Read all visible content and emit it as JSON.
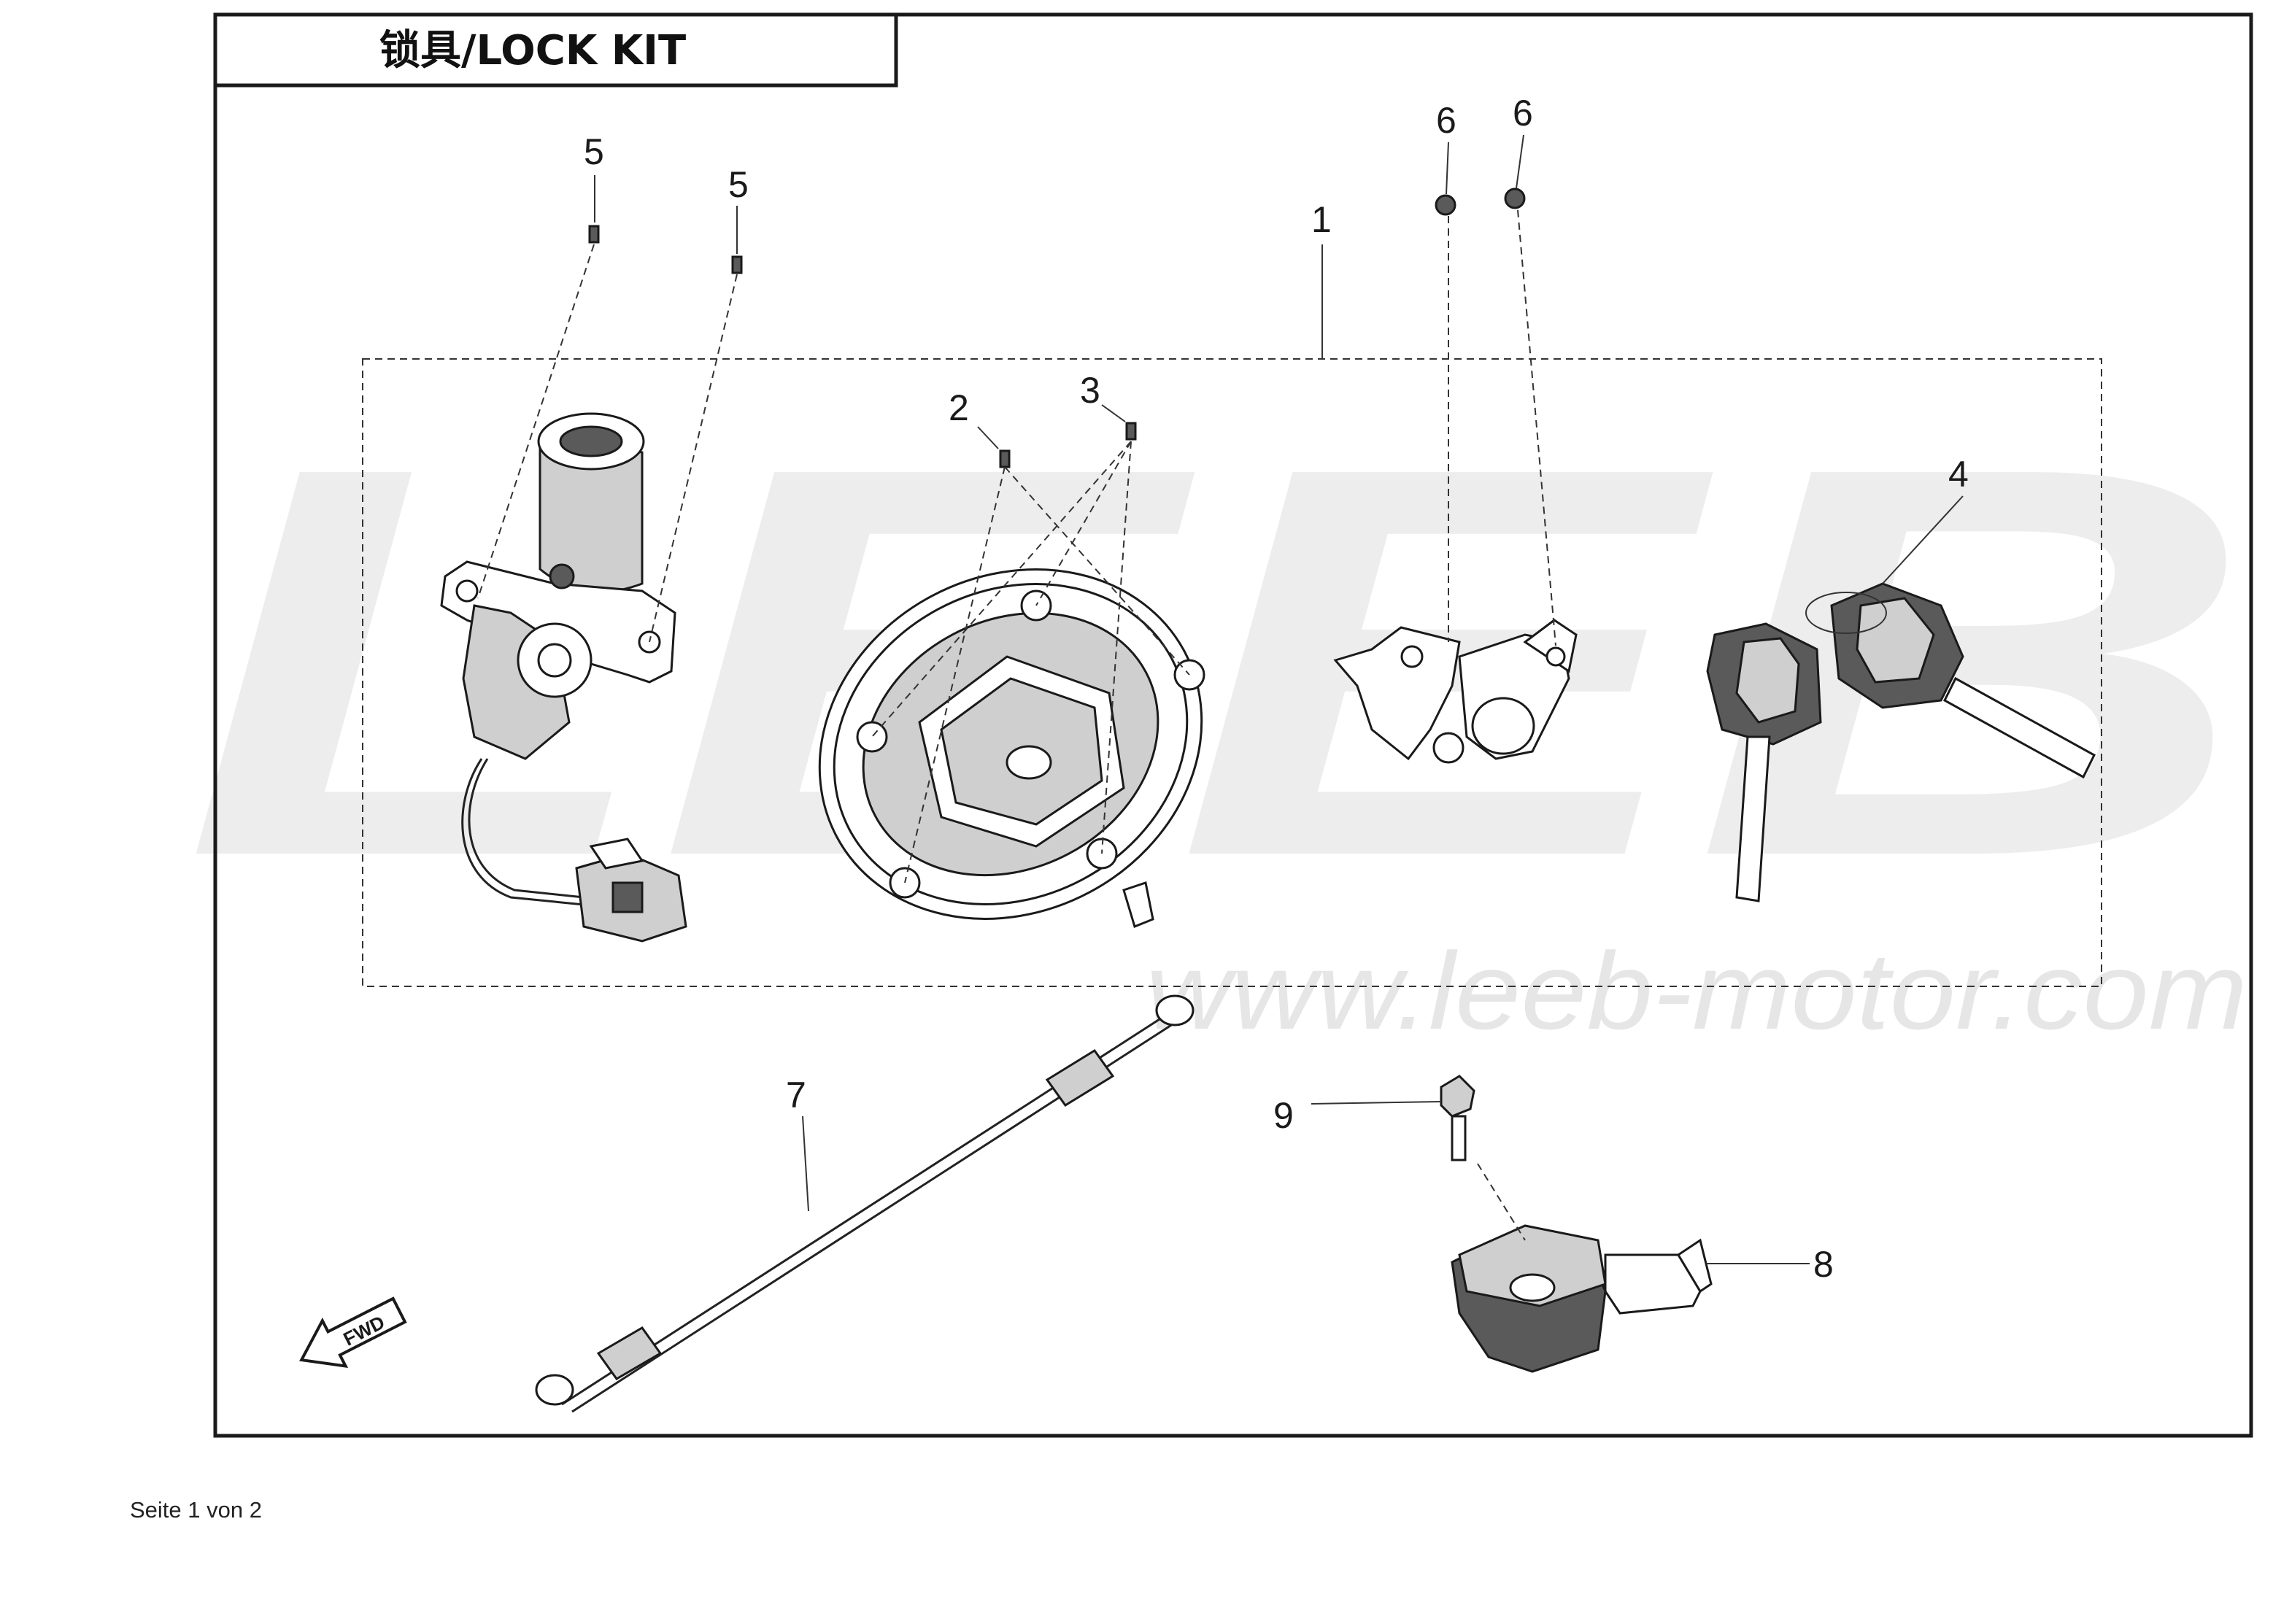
{
  "title": "锁具/LOCK KIT",
  "watermark": {
    "logo": "LEEB",
    "url": "www.leeb-motor.com"
  },
  "callouts": {
    "c1": "1",
    "c2": "2",
    "c3": "3",
    "c4": "4",
    "c5a": "5",
    "c5b": "5",
    "c6a": "6",
    "c6b": "6",
    "c7": "7",
    "c8": "8",
    "c9": "9"
  },
  "fwd_label": "FWD",
  "footer": "Seite 1 von 2",
  "colors": {
    "line": "#1a1a1a",
    "watermark": "#ededed",
    "background": "#ffffff"
  }
}
